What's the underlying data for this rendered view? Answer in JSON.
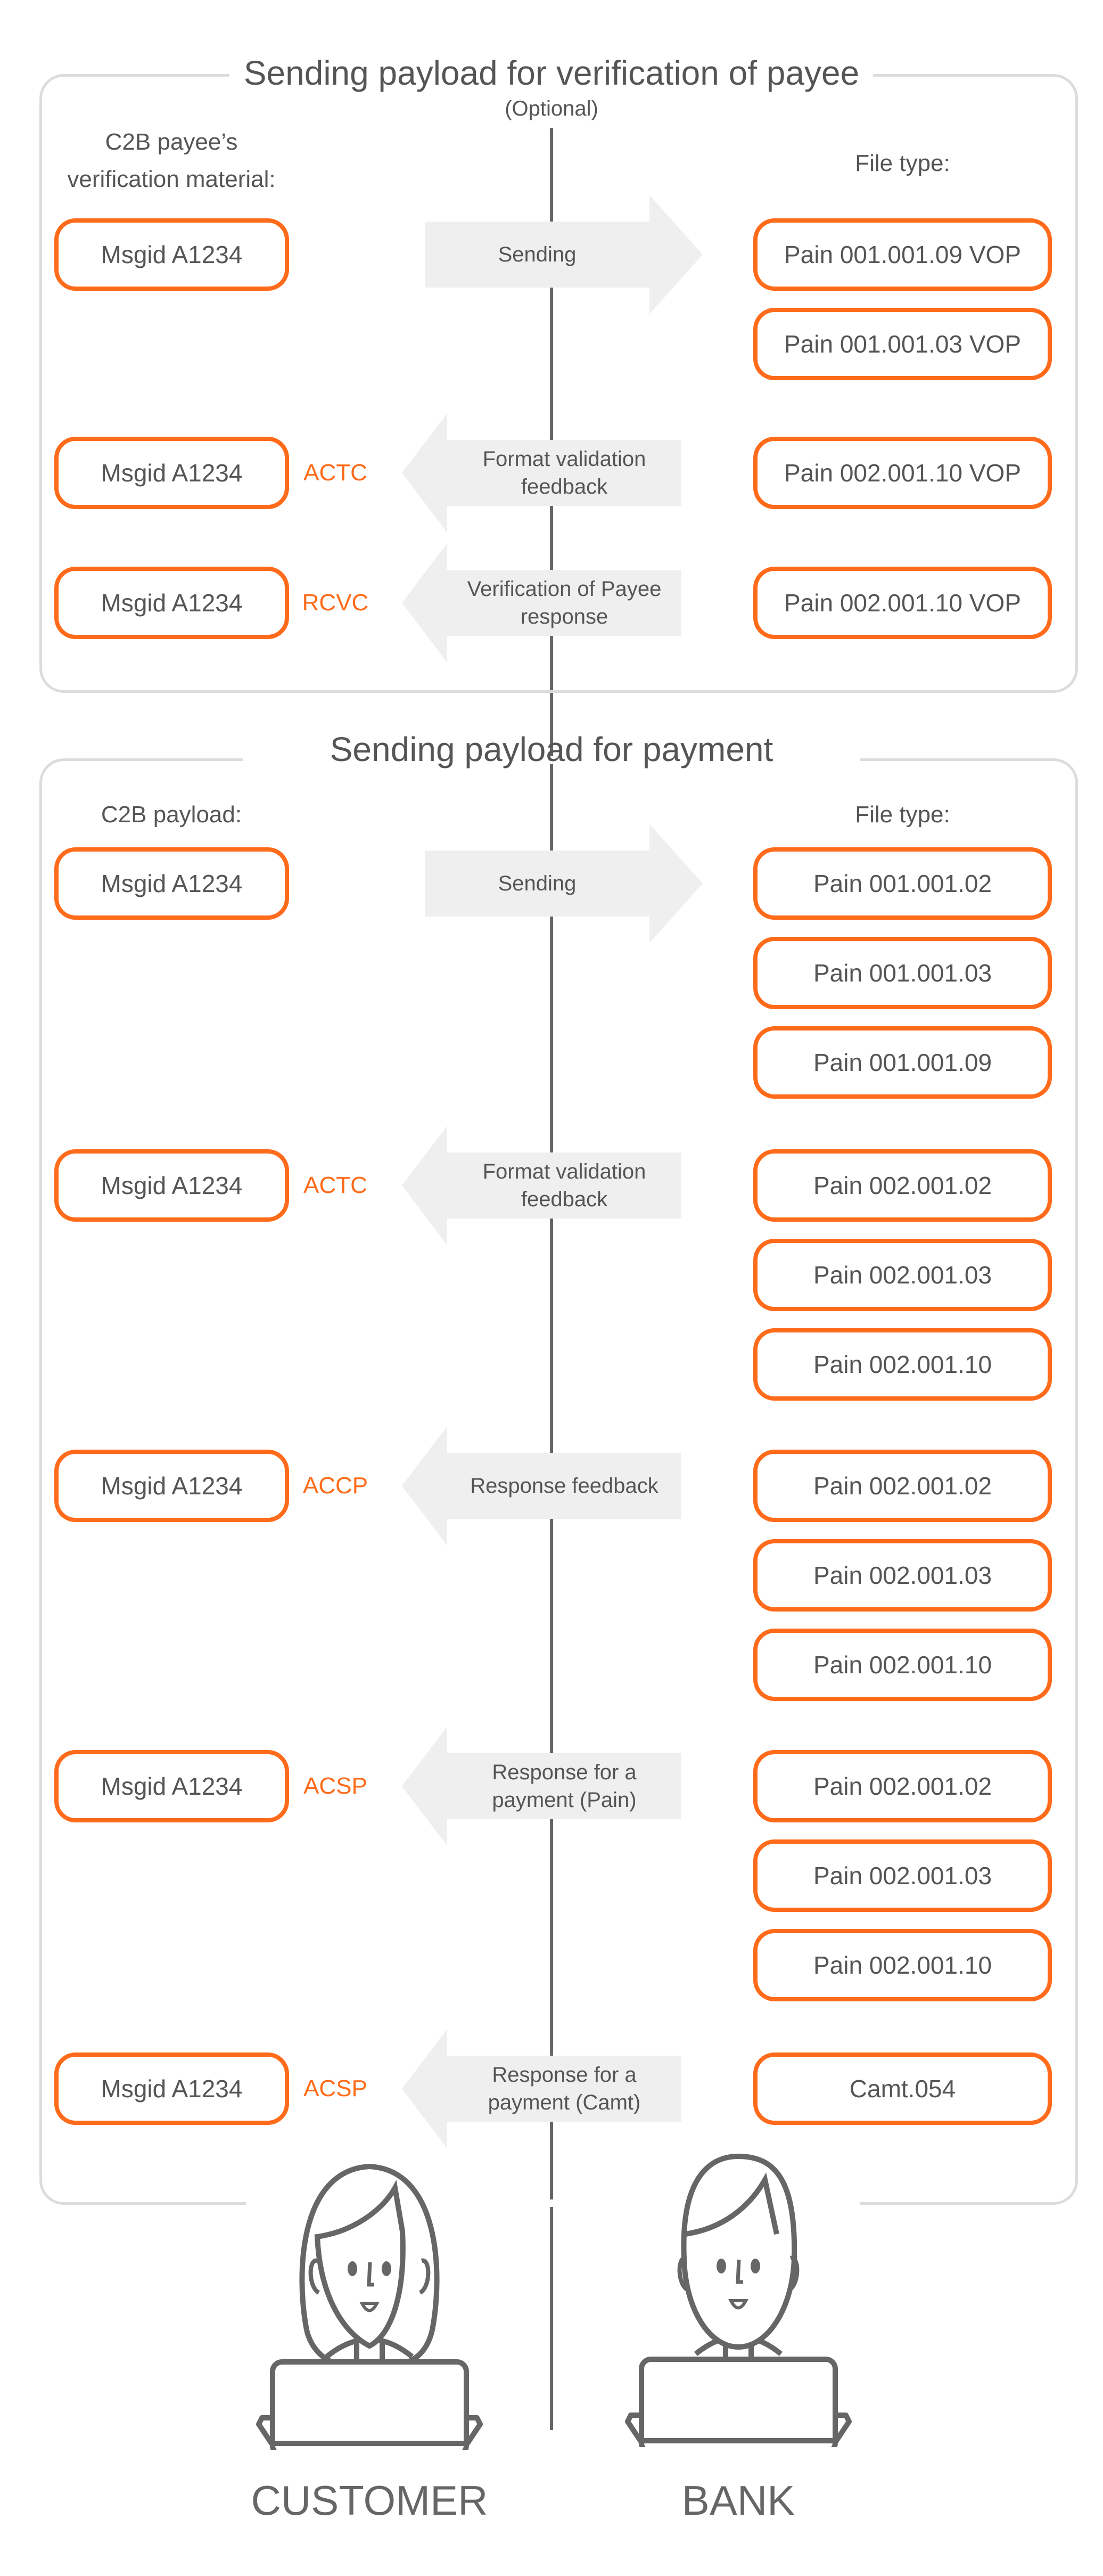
{
  "colors": {
    "accent": "#ff6b1a",
    "text": "#555555",
    "line": "#666666",
    "frame": "#dcdcdc",
    "arrow": "#efefef"
  },
  "sections": [
    {
      "title": "Sending payload for verification of payee",
      "subtitle": "(Optional)",
      "left_header": [
        "C2B payee’s",
        "verification material:"
      ],
      "right_header": "File type:",
      "rows": [
        {
          "msgid": "Msgid A1234",
          "status": "",
          "arrow": {
            "direction": "right",
            "label": [
              "Sending"
            ]
          },
          "file_types": [
            "Pain 001.001.09 VOP",
            "Pain 001.001.03 VOP"
          ]
        },
        {
          "msgid": "Msgid A1234",
          "status": "ACTC",
          "arrow": {
            "direction": "left",
            "label": [
              "Format validation",
              "feedback"
            ]
          },
          "file_types": [
            "Pain 002.001.10 VOP"
          ]
        },
        {
          "msgid": "Msgid A1234",
          "status": "RCVC",
          "arrow": {
            "direction": "left",
            "label": [
              "Verification of Payee",
              "response"
            ]
          },
          "file_types": [
            "Pain 002.001.10 VOP"
          ]
        }
      ]
    },
    {
      "title": "Sending payload for payment",
      "subtitle": "",
      "left_header": [
        "C2B payload:"
      ],
      "right_header": "File type:",
      "rows": [
        {
          "msgid": "Msgid A1234",
          "status": "",
          "arrow": {
            "direction": "right",
            "label": [
              "Sending"
            ]
          },
          "file_types": [
            "Pain 001.001.02",
            "Pain 001.001.03",
            "Pain 001.001.09"
          ]
        },
        {
          "msgid": "Msgid A1234",
          "status": "ACTC",
          "arrow": {
            "direction": "left",
            "label": [
              "Format validation",
              "feedback"
            ]
          },
          "file_types": [
            "Pain 002.001.02",
            "Pain 002.001.03",
            "Pain 002.001.10"
          ]
        },
        {
          "msgid": "Msgid A1234",
          "status": "ACCP",
          "arrow": {
            "direction": "left",
            "label": [
              "Response feedback"
            ]
          },
          "file_types": [
            "Pain 002.001.02",
            "Pain 002.001.03",
            "Pain 002.001.10"
          ]
        },
        {
          "msgid": "Msgid A1234",
          "status": "ACSP",
          "arrow": {
            "direction": "left",
            "label": [
              "Response for a",
              "payment (Pain)"
            ]
          },
          "file_types": [
            "Pain 002.001.02",
            "Pain 002.001.03",
            "Pain 002.001.10"
          ]
        },
        {
          "msgid": "Msgid A1234",
          "status": "ACSP",
          "arrow": {
            "direction": "left",
            "label": [
              "Response for a",
              "payment  (Camt)"
            ]
          },
          "file_types": [
            "Camt.054"
          ]
        }
      ]
    }
  ],
  "actors": {
    "customer": {
      "label": "CUSTOMER",
      "icon": "woman-at-laptop-icon"
    },
    "bank": {
      "label": "BANK",
      "icon": "man-at-laptop-icon"
    }
  }
}
